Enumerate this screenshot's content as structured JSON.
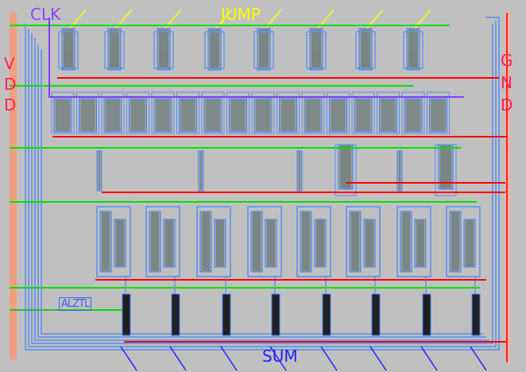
{
  "labels": {
    "clk": "CLK",
    "jump": "JUMP",
    "vdd": [
      "V",
      "D",
      "D"
    ],
    "gnd": [
      "G",
      "N",
      "D"
    ],
    "sum": "SUM",
    "logo": "ALZTL"
  },
  "colors": {
    "background": "#c0c0c0",
    "vdd_rail": "#f0a080",
    "power_line": "#00e000",
    "ground_line": "#ff0000",
    "clock_line": "#8040ff",
    "jump_label": "#ffff00",
    "sum_label": "#2020ff",
    "metal_blue": "#4080ff",
    "cell_dark": "#202020",
    "vdd_label": "#ff2060",
    "gnd_label": "#ff2060",
    "clk_label": "#9040ff"
  }
}
